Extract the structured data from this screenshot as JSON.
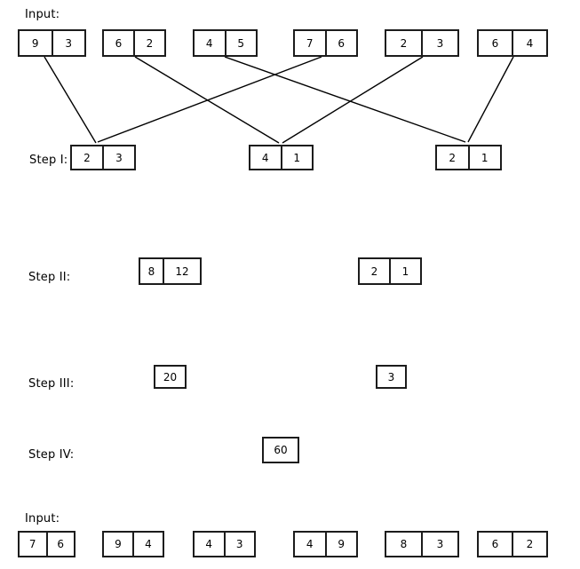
{
  "labels": {
    "input_top": "Input:",
    "step1": "Step I:",
    "step2": "Step II:",
    "step3": "Step III:",
    "step4": "Step IV:",
    "input_bottom": "Input:"
  },
  "input_top": [
    [
      "9",
      "3"
    ],
    [
      "6",
      "2"
    ],
    [
      "4",
      "5"
    ],
    [
      "7",
      "6"
    ],
    [
      "2",
      "3"
    ],
    [
      "6",
      "4"
    ]
  ],
  "step1": [
    [
      "2",
      "3"
    ],
    [
      "4",
      "1"
    ],
    [
      "2",
      "1"
    ]
  ],
  "step2": [
    [
      "8",
      "12"
    ],
    [
      "2",
      "1"
    ]
  ],
  "step3": [
    [
      "20"
    ],
    [
      "3"
    ]
  ],
  "step4": [
    [
      "60"
    ]
  ],
  "input_bottom": [
    [
      "7",
      "6"
    ],
    [
      "9",
      "4"
    ],
    [
      "4",
      "3"
    ],
    [
      "4",
      "9"
    ],
    [
      "8",
      "3"
    ],
    [
      "6",
      "2"
    ]
  ],
  "connections": [
    {
      "from": "input-top-box-1",
      "to": "step1-box-1"
    },
    {
      "from": "input-top-box-2",
      "to": "step1-box-2"
    },
    {
      "from": "input-top-box-3",
      "to": "step1-box-3"
    },
    {
      "from": "input-top-box-4",
      "to": "step1-box-1"
    },
    {
      "from": "input-top-box-5",
      "to": "step1-box-2"
    },
    {
      "from": "input-top-box-6",
      "to": "step1-box-3"
    }
  ],
  "colors": {
    "background": "#ffffff",
    "box_border": "#1c1c1c",
    "line": "#000000",
    "text": "#000000"
  }
}
